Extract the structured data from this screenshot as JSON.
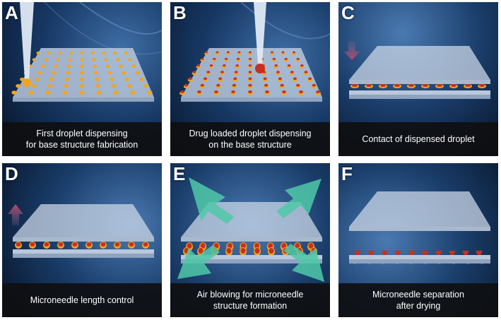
{
  "panels": [
    {
      "letter": "A",
      "caption": [
        "First droplet dispensing",
        "for base structure fabrication"
      ]
    },
    {
      "letter": "B",
      "caption": [
        "Drug loaded droplet dispensing",
        "on the base structure"
      ]
    },
    {
      "letter": "C",
      "caption": [
        "Contact of dispensed droplet"
      ]
    },
    {
      "letter": "D",
      "caption": [
        "Microneedle length control"
      ]
    },
    {
      "letter": "E",
      "caption": [
        "Air blowing for microneedle",
        "structure formation"
      ]
    },
    {
      "letter": "F",
      "caption": [
        "Microneedle separation",
        "after drying"
      ]
    }
  ],
  "colors": {
    "background_dark": "#0d2240",
    "plate": "#b9c8dc",
    "droplet_base": "#f2a41f",
    "drug_droplet": "#c8301e",
    "air_arrow": "#4fc9a8",
    "caption_bg": "#111114"
  }
}
